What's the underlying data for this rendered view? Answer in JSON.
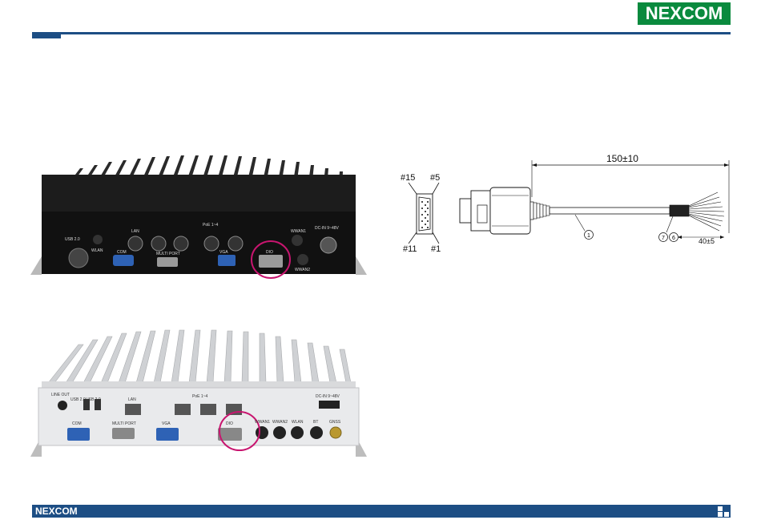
{
  "brand": {
    "logo_text": "NEXCOM",
    "footer_logo_text": "NEXCOM"
  },
  "colors": {
    "brand_green": "#0a8a3e",
    "brand_blue": "#1d4e84",
    "highlight_circle": "#c8156f"
  },
  "device_top": {
    "labels": {
      "usb": "USB 2.0",
      "wlan": "WLAN",
      "lan": "LAN",
      "poe": "PoE 1~4",
      "com": "COM",
      "multiport": "MULTI PORT",
      "vga": "VGA",
      "dio": "DIO",
      "wwan1": "WWAN1",
      "wwan2": "WWAN2",
      "dcin": "DC-IN 9~48V"
    }
  },
  "device_bottom": {
    "labels": {
      "lineout": "LINE OUT",
      "usb20": "USB 2.0",
      "usb20b": "USB 2.0",
      "lan": "LAN",
      "poe": "PoE 1~4",
      "dcin": "DC-IN 9~48V",
      "com": "COM",
      "multiport": "MULTI PORT",
      "vga": "VGA",
      "dio": "DIO",
      "wwan1": "WWAN1",
      "wwan2": "WWAN2",
      "wlan": "WLAN",
      "bt": "BT",
      "gnss": "GNSS"
    }
  },
  "cable_diagram": {
    "total_length": "150±10",
    "end_length": "40±5",
    "callouts": [
      "1",
      "7",
      "6"
    ]
  },
  "connector_pins": {
    "top_left": "#15",
    "top_right": "#5",
    "bottom_left": "#11",
    "bottom_right": "#1"
  }
}
